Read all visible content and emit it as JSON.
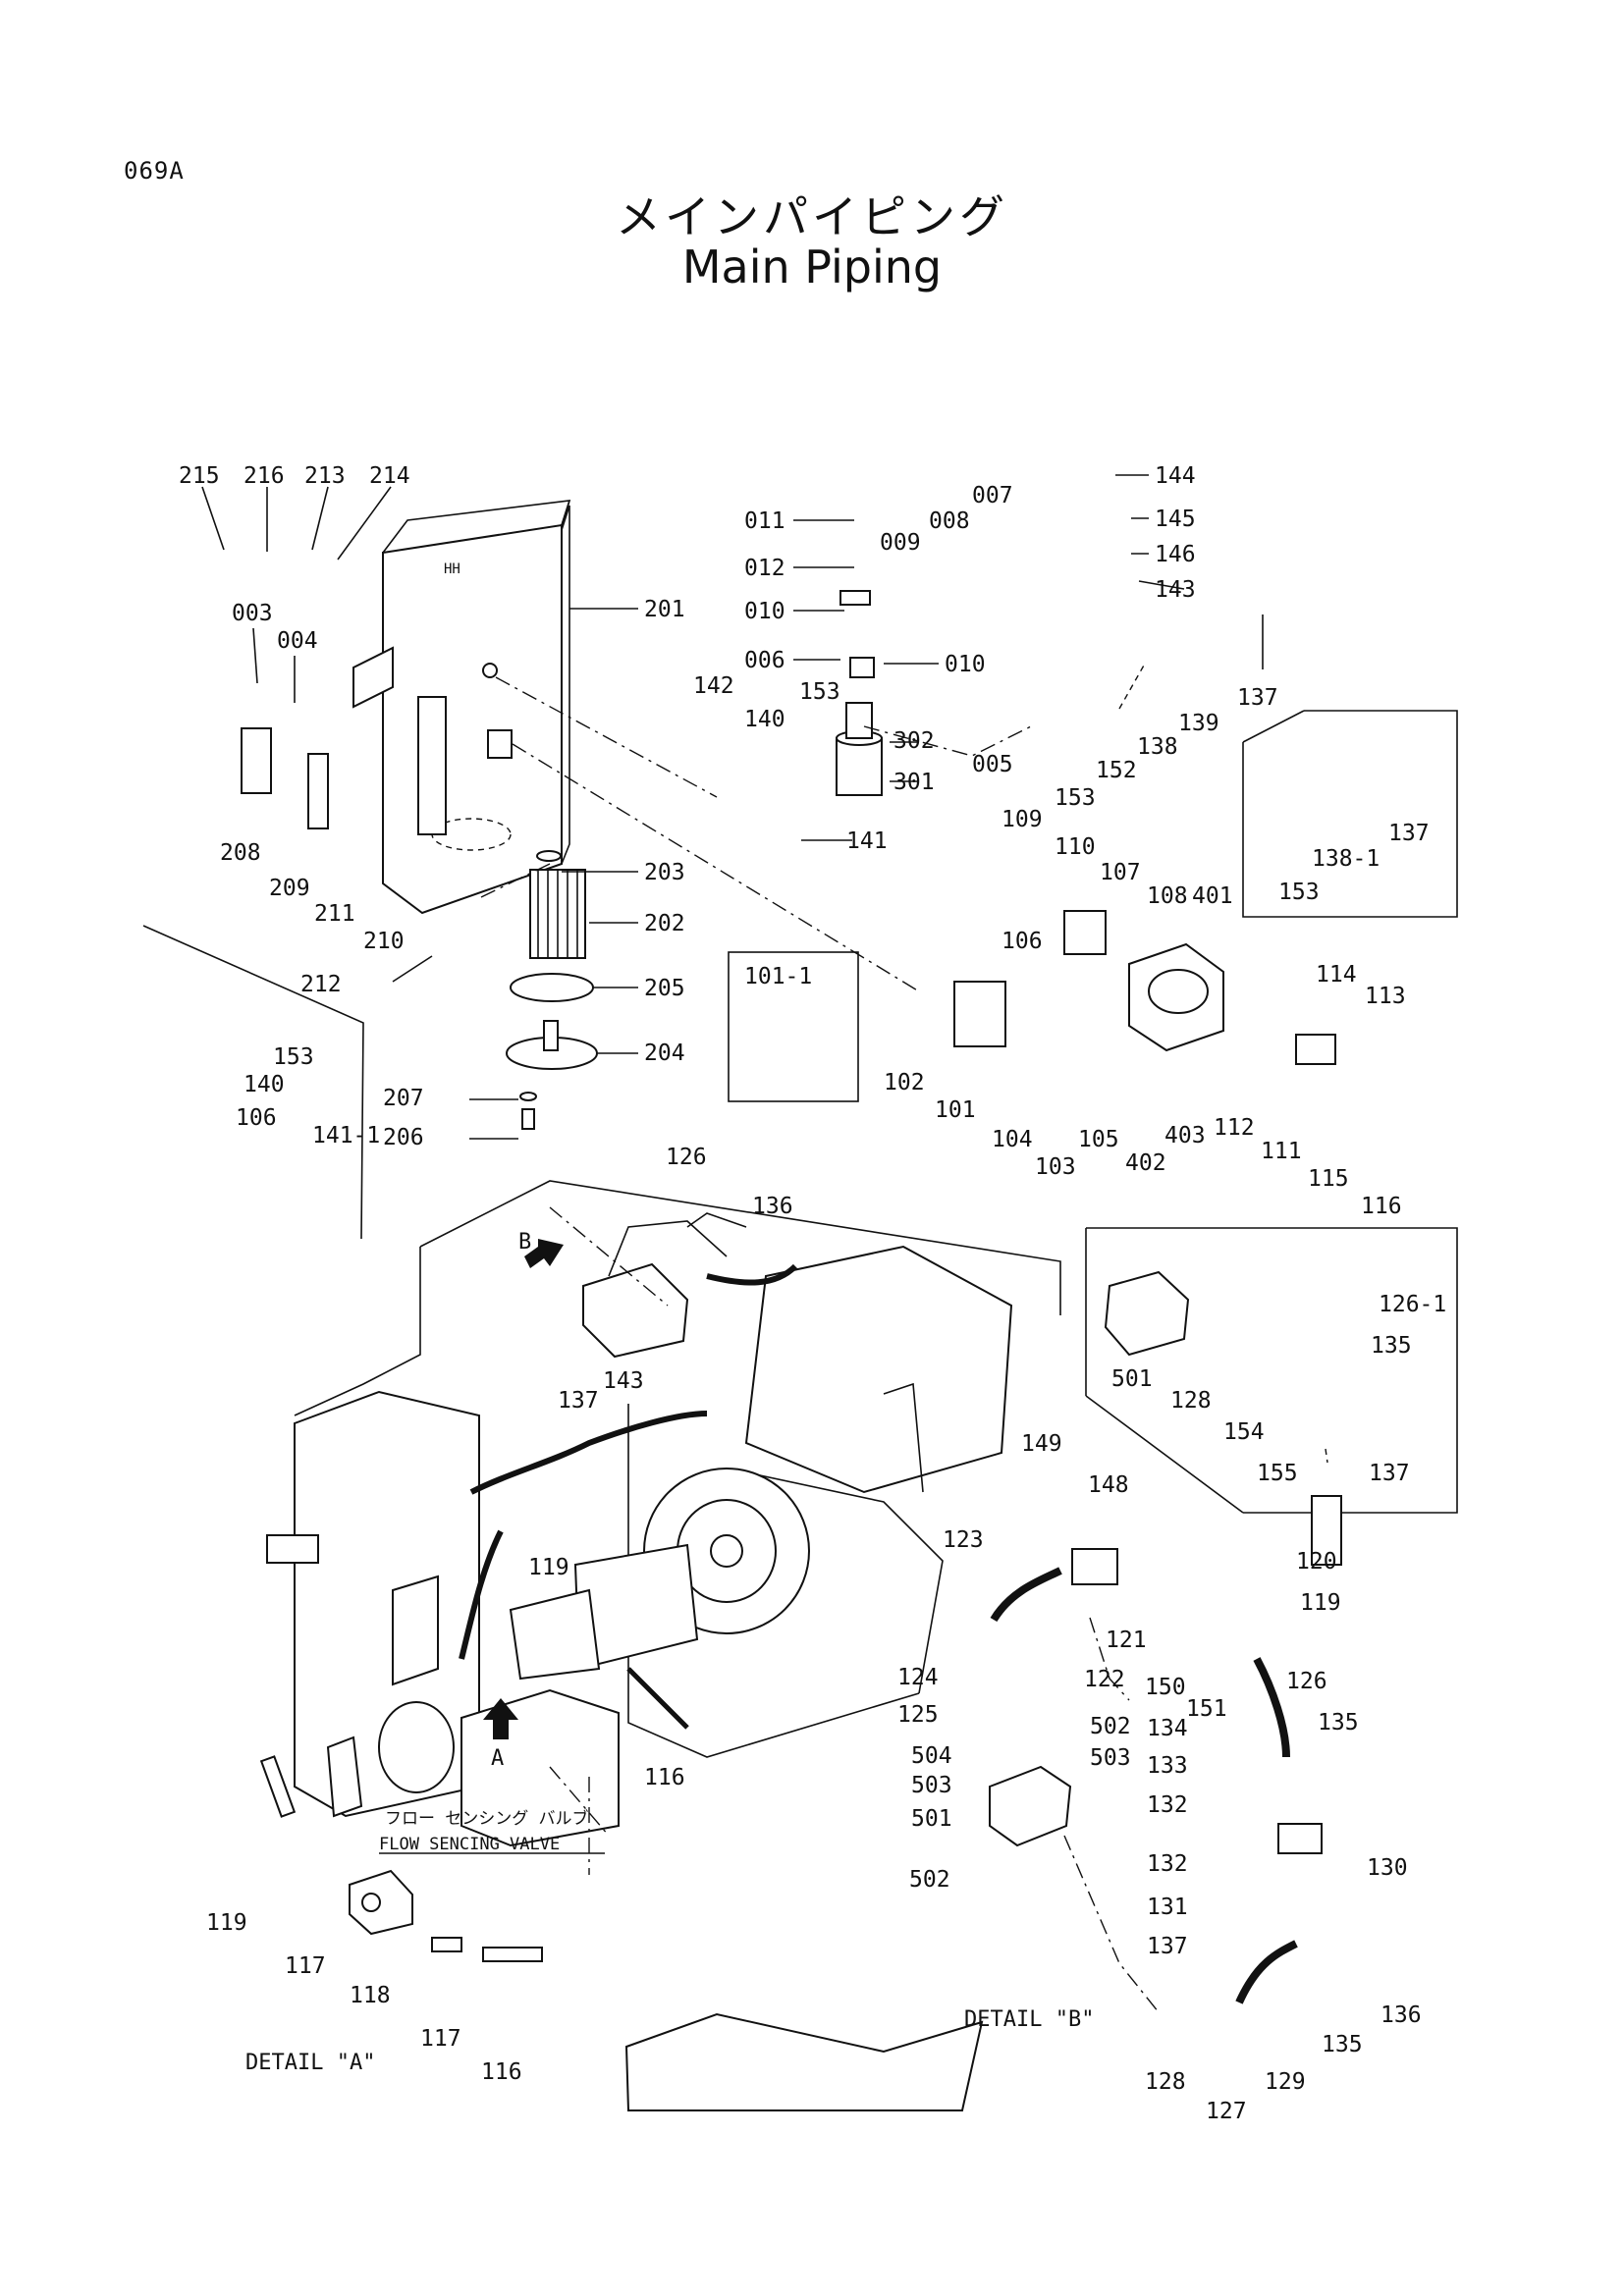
{
  "page_code": "069A",
  "title_jp": "メインパイピング",
  "title_en": "Main Piping",
  "labels": {
    "flow_jp": "フロー センシング バルブ",
    "flow_en": "FLOW SENCING VALVE",
    "detail_a": "DETAIL \"A\"",
    "detail_b": "DETAIL \"B\"",
    "arrow_a": "A",
    "arrow_b": "B"
  },
  "callouts": {
    "c215": "215",
    "c216": "216",
    "c213": "213",
    "c214": "214",
    "c201": "201",
    "c003": "003",
    "c004": "004",
    "c208": "208",
    "c209": "209",
    "c211": "211",
    "c210": "210",
    "c212": "212",
    "c203": "203",
    "c202": "202",
    "c205": "205",
    "c204": "204",
    "c207": "207",
    "c206": "206",
    "c011": "011",
    "c012": "012",
    "c010a": "010",
    "c006": "006",
    "c009": "009",
    "c008": "008",
    "c007": "007",
    "c010b": "010",
    "c142": "142",
    "c153a": "153",
    "c140a": "140",
    "c141": "141",
    "c302": "302",
    "c301": "301",
    "c005": "005",
    "c153b": "153",
    "c152": "152",
    "c138": "138",
    "c139": "139",
    "c137a": "137",
    "c144": "144",
    "c145": "145",
    "c146": "146",
    "c143a": "143",
    "c138_1": "138-1",
    "c137b": "137",
    "c153c": "153",
    "c109": "109",
    "c110": "110",
    "c107": "107",
    "c108": "108",
    "c401": "401",
    "c106a": "106",
    "c102": "102",
    "c101": "101",
    "c104": "104",
    "c103": "103",
    "c105": "105",
    "c402": "402",
    "c403": "403",
    "c112": "112",
    "c111": "111",
    "c114": "114",
    "c113": "113",
    "c115": "115",
    "c116a": "116",
    "c101_1": "101-1",
    "c153d": "153",
    "c140b": "140",
    "c106b": "106",
    "c141_1": "141-1",
    "c126a": "126",
    "c136a": "136",
    "c137c": "137",
    "c143b": "143",
    "c119a": "119",
    "c116b": "116",
    "c501a": "501",
    "c128a": "128",
    "c154": "154",
    "c155": "155",
    "c137d": "137",
    "c126_1": "126-1",
    "c135a": "135",
    "c149": "149",
    "c148": "148",
    "c123": "123",
    "c120": "120",
    "c119b": "119",
    "c121": "121",
    "c124": "124",
    "c122": "122",
    "c150": "150",
    "c151": "151",
    "c126b": "126",
    "c125": "125",
    "c502a": "502",
    "c134": "134",
    "c135b": "135",
    "c504": "504",
    "c503a": "503",
    "c503b": "503",
    "c133": "133",
    "c501b": "501",
    "c132a": "132",
    "c132b": "132",
    "c130": "130",
    "c502b": "502",
    "c131": "131",
    "c137e": "137",
    "c136b": "136",
    "c135c": "135",
    "c128b": "128",
    "c127": "127",
    "c129": "129",
    "c119c": "119",
    "c117a": "117",
    "c118": "118",
    "c117b": "117",
    "c116c": "116"
  }
}
